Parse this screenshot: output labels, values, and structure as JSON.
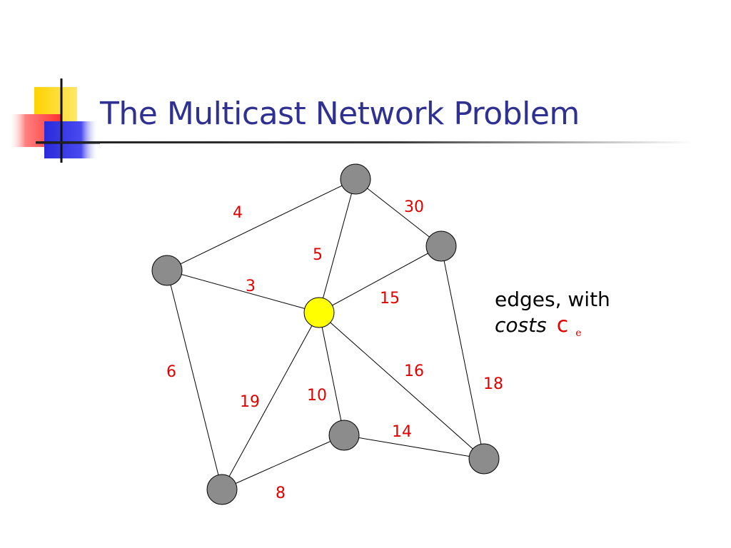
{
  "slide": {
    "title": "The Multicast Network Problem"
  },
  "legend": {
    "line1": "edges, with",
    "line2": "costs",
    "symbol": "c",
    "subscript": "e"
  },
  "colors": {
    "title": "#2e3192",
    "edge_label": "#e00000",
    "node": "#8c8c8c",
    "source_node": "#ffff00"
  },
  "graph": {
    "nodes": [
      {
        "id": "top",
        "kind": "normal"
      },
      {
        "id": "upper-right",
        "kind": "normal"
      },
      {
        "id": "left",
        "kind": "normal"
      },
      {
        "id": "center",
        "kind": "source"
      },
      {
        "id": "lower-middle",
        "kind": "normal"
      },
      {
        "id": "lower-right",
        "kind": "normal"
      },
      {
        "id": "bottom-left",
        "kind": "normal"
      }
    ],
    "edges": [
      {
        "from": "left",
        "to": "top",
        "cost": "4"
      },
      {
        "from": "top",
        "to": "upper-right",
        "cost": "30"
      },
      {
        "from": "center",
        "to": "top",
        "cost": "5"
      },
      {
        "from": "left",
        "to": "center",
        "cost": "3"
      },
      {
        "from": "center",
        "to": "upper-right",
        "cost": "15"
      },
      {
        "from": "left",
        "to": "bottom-left",
        "cost": "6"
      },
      {
        "from": "center",
        "to": "bottom-left",
        "cost": "19"
      },
      {
        "from": "center",
        "to": "lower-middle",
        "cost": "10"
      },
      {
        "from": "center",
        "to": "lower-right",
        "cost": "16"
      },
      {
        "from": "upper-right",
        "to": "lower-right",
        "cost": "18"
      },
      {
        "from": "lower-middle",
        "to": "lower-right",
        "cost": "14"
      },
      {
        "from": "bottom-left",
        "to": "lower-middle",
        "cost": "8"
      }
    ]
  }
}
